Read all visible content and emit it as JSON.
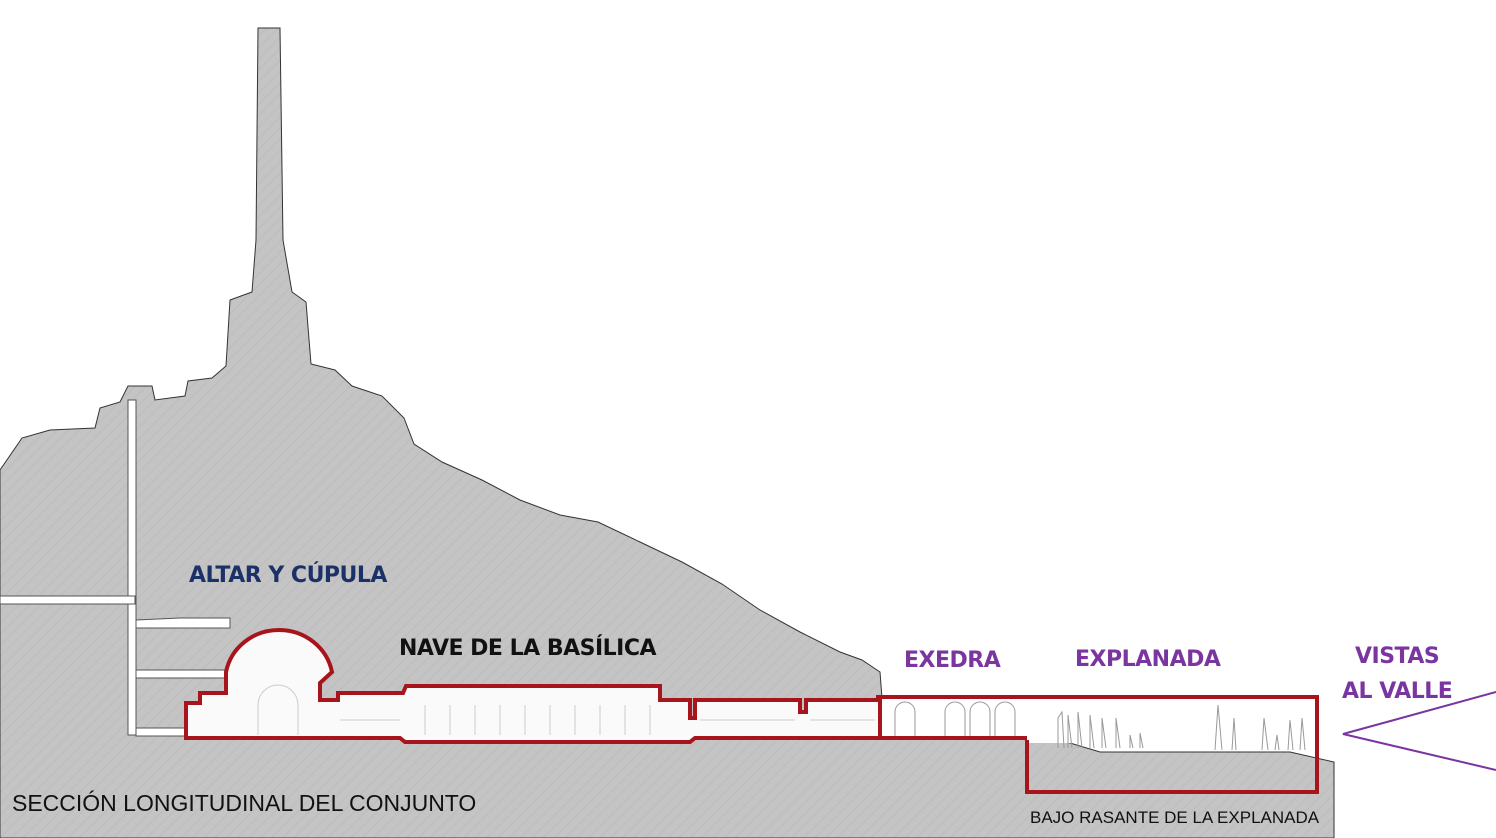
{
  "labels": {
    "altar": "ALTAR Y CÚPULA",
    "nave": "NAVE DE LA BASÍLICA",
    "exedra": "EXEDRA",
    "explanada": "EXPLANADA",
    "vistas_line1": "VISTAS",
    "vistas_line2": "AL VALLE",
    "bajo_rasante": "BAJO RASANTE DE LA EXPLANADA",
    "title": "SECCIÓN LONGITUDINAL DEL CONJUNTO"
  },
  "colors": {
    "terrain": "#c4c4c4",
    "outline_red": "#a8141c",
    "navy": "#1b3168",
    "purple": "#7a35a0",
    "black": "#111111"
  }
}
